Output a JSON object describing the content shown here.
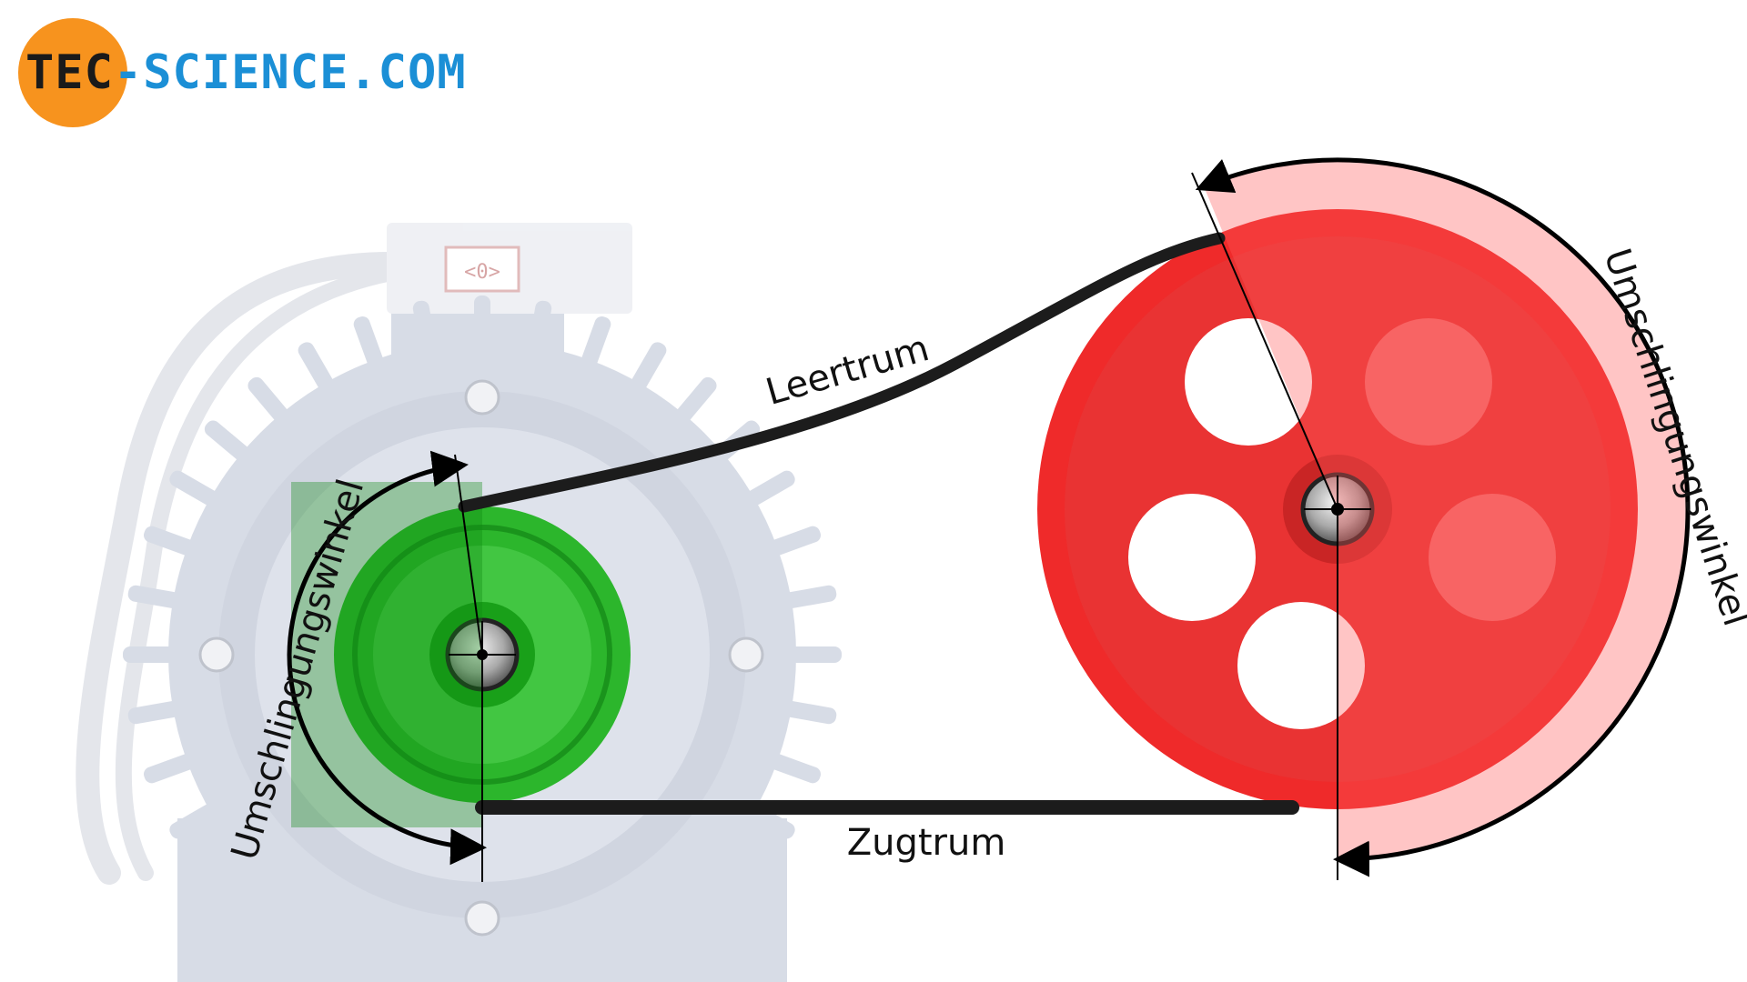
{
  "logo": {
    "part1": "TEC",
    "part2": "-SCIENCE",
    "part3": ".COM",
    "colors": {
      "circle": "#f7931e",
      "dark": "#1a1a1a",
      "blue": "#1b8fd6"
    }
  },
  "labels": {
    "slack_side": "Leertrum",
    "tight_side": "Zugtrum",
    "wrap_angle_small": "Umschlingungswinkel",
    "wrap_angle_large": "Umschlingungswinkel"
  },
  "colors": {
    "motor": "#b8c0d2",
    "small_pulley": "#22b322",
    "large_pulley": "#ef2a2a",
    "belt": "#1c1c1c",
    "terminal_box_mark": "#e8a0a0"
  },
  "terminal_box_label": "<0>"
}
